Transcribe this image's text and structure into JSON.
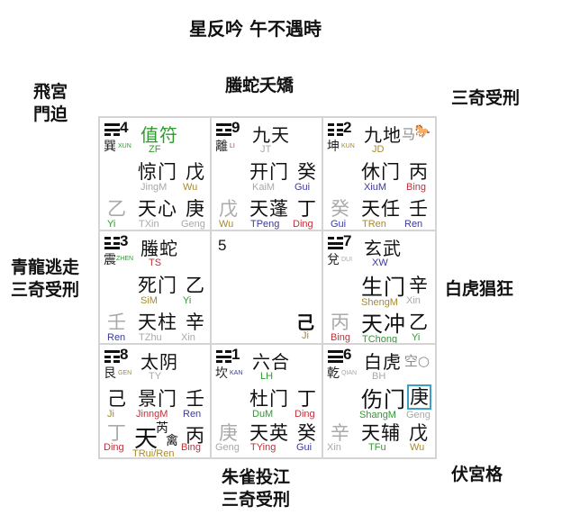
{
  "annotations": {
    "top_title": "星反吟 午不遇時",
    "top_center": "螣蛇夭矯",
    "top_left": [
      "飛宮",
      "門迫"
    ],
    "top_right": "三奇受刑",
    "middle_left": [
      "青龍逃走",
      "三奇受刑"
    ],
    "middle_right": "白虎猖狂",
    "bottom_center": [
      "朱雀投江",
      "三奇受刑"
    ],
    "bottom_right": "伏宮格"
  },
  "colors": {
    "green": "#2e9a2e",
    "gray": "#a8a8a8",
    "olive": "#a88a2a",
    "red": "#c0303a",
    "blue": "#3a3a9a",
    "highlight_box": "#3aa0c8",
    "grid_border": "#d4d4d4"
  },
  "palaces": {
    "xun": {
      "number": "4",
      "name": "巽",
      "pinyin": "XUN",
      "trigram": "xun-trigram",
      "deity": "值符",
      "deity_py": "ZF",
      "door": "惊门",
      "door_py": "JingM",
      "heaven_stem": "戊",
      "heaven_py": "Wu",
      "star": "天心",
      "star_py": "TXin",
      "earth_stem": "庚",
      "earth_py": "Geng",
      "extra_stem": "乙",
      "extra_py": "Yi"
    },
    "li": {
      "number": "9",
      "name": "離",
      "pinyin": "LI",
      "trigram": "li-trigram",
      "deity": "九天",
      "deity_py": "JT",
      "door": "开门",
      "door_py": "KaiM",
      "heaven_stem": "癸",
      "heaven_py": "Gui",
      "star": "天蓬",
      "star_py": "TPeng",
      "earth_stem": "丁",
      "earth_py": "Ding",
      "extra_stem": "戊",
      "extra_py": "Wu"
    },
    "kun": {
      "number": "2",
      "name": "坤",
      "pinyin": "KUN",
      "trigram": "kun-trigram",
      "deity": "九地",
      "deity_py": "JD",
      "horse_label": "马",
      "horse_icon": "horse-icon",
      "door": "休门",
      "door_py": "XiuM",
      "heaven_stem": "丙",
      "heaven_py": "Bing",
      "star": "天任",
      "star_py": "TRen",
      "earth_stem": "壬",
      "earth_py": "Ren",
      "extra_stem": "癸",
      "extra_py": "Gui"
    },
    "zhen": {
      "number": "3",
      "name": "震",
      "pinyin": "ZHEN",
      "trigram": "zhen-trigram",
      "deity": "螣蛇",
      "deity_py": "TS",
      "door": "死门",
      "door_py": "SiM",
      "heaven_stem": "乙",
      "heaven_py": "Yi",
      "star": "天柱",
      "star_py": "TZhu",
      "earth_stem": "辛",
      "earth_py": "Xin",
      "extra_stem": "壬",
      "extra_py": "Ren"
    },
    "center": {
      "number": "5",
      "stem": "己",
      "stem_py": "Ji"
    },
    "dui": {
      "number": "7",
      "name": "兌",
      "pinyin": "DUI",
      "trigram": "dui-trigram",
      "deity": "玄武",
      "deity_py": "XW",
      "door": "生门",
      "door_py": "ShengM",
      "heaven_stem": "辛",
      "heaven_py": "Xin",
      "star": "天冲",
      "star_py": "TChong",
      "earth_stem": "乙",
      "earth_py": "Yi",
      "extra_stem": "丙",
      "extra_py": "Bing"
    },
    "gen": {
      "number": "8",
      "name": "艮",
      "pinyin": "GEN",
      "trigram": "gen-trigram",
      "deity": "太阴",
      "deity_py": "TY",
      "door": "景门",
      "door_py": "JinngM",
      "heaven_stem": "壬",
      "heaven_py": "Ren",
      "star_main": "天",
      "star_sub1": "芮",
      "star_sub2": "禽",
      "star_py": "TRui/Ren",
      "earth_stem": "丙",
      "earth_py": "Bing",
      "extra_stem_top": "己",
      "extra_py_top": "Ji",
      "extra_stem": "丁",
      "extra_py": "Ding"
    },
    "kan": {
      "number": "1",
      "name": "坎",
      "pinyin": "KAN",
      "trigram": "kan-trigram",
      "deity": "六合",
      "deity_py": "LH",
      "door": "杜门",
      "door_py": "DuM",
      "heaven_stem": "丁",
      "heaven_py": "Ding",
      "star": "天英",
      "star_py": "TYing",
      "earth_stem": "癸",
      "earth_py": "Gui",
      "extra_stem": "庚",
      "extra_py": "Geng"
    },
    "qian": {
      "number": "6",
      "name": "乾",
      "pinyin": "QIAN",
      "trigram": "qian-trigram",
      "deity": "白虎",
      "deity_py": "BH",
      "void_label": "空○",
      "door": "伤门",
      "door_py": "ShangM",
      "heaven_stem": "庚",
      "heaven_py": "Geng",
      "star": "天辅",
      "star_py": "TFu",
      "earth_stem": "戊",
      "earth_py": "Wu",
      "extra_stem": "辛",
      "extra_py": "Xin"
    }
  }
}
